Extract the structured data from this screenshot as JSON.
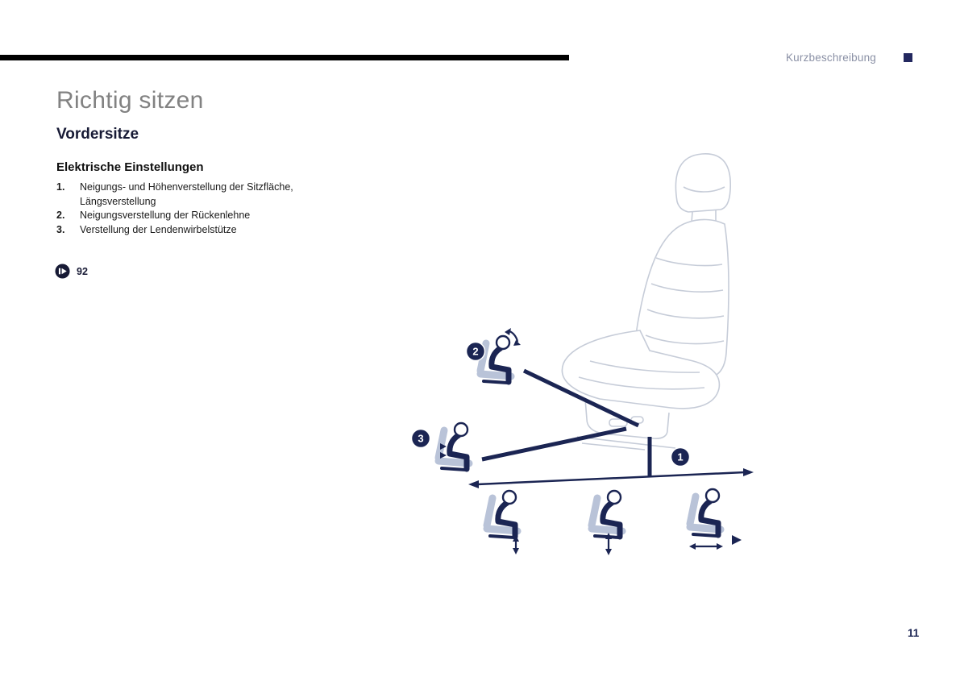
{
  "header": {
    "section": "Kurzbeschreibung"
  },
  "title": "Richtig sitzen",
  "subtitle": "Vordersitze",
  "section_heading": "Elektrische Einstellungen",
  "adjustments": [
    {
      "num": "1.",
      "text": "Neigungs- und Höhenverstellung der Sitzfläche, Längsverstellung"
    },
    {
      "num": "2.",
      "text": "Neigungsverstellung der Rückenlehne"
    },
    {
      "num": "3.",
      "text": "Verstellung der Lendenwirbelstütze"
    }
  ],
  "page_reference": "92",
  "page_number": "11",
  "illustration": {
    "callouts": [
      {
        "label": "1"
      },
      {
        "label": "2"
      },
      {
        "label": "3"
      }
    ]
  },
  "colors": {
    "navy": "#1b2553",
    "light_blue": "#b9c3d8",
    "line_art": "#c6ccd8",
    "title_gray": "#828282",
    "header_gray": "#8a90a5"
  }
}
